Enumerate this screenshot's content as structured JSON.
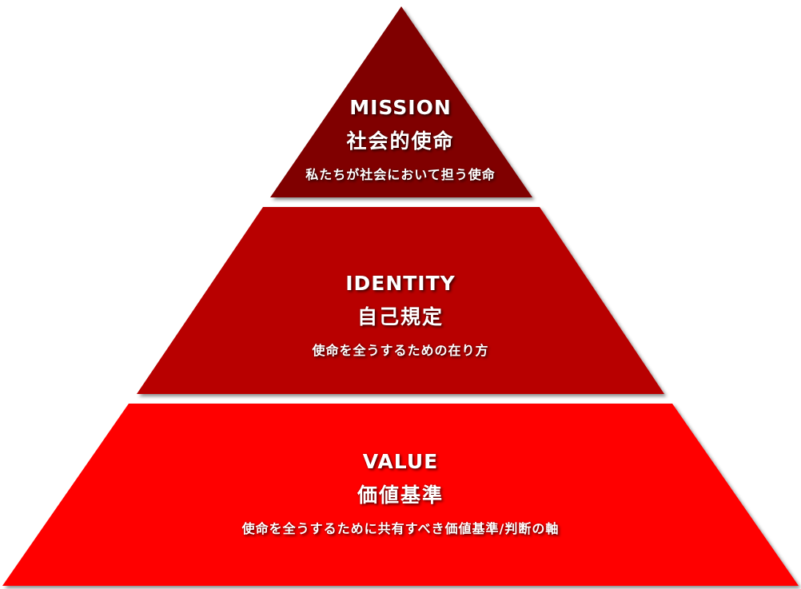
{
  "colors": {
    "mission_fill": "#800000",
    "identity_fill": "#b80000",
    "value_fill": "#ff0000",
    "text": "#ffffff"
  },
  "tiers": [
    {
      "title": "MISSION",
      "subtitle": "社会的使命",
      "description": "私たちが社会において担う使命"
    },
    {
      "title": "IDENTITY",
      "subtitle": "自己規定",
      "description": "使命を全うするための在り方"
    },
    {
      "title": "VALUE",
      "subtitle": "価値基準",
      "description": "使命を全うするために共有すべき価値基準/判断の軸"
    }
  ]
}
